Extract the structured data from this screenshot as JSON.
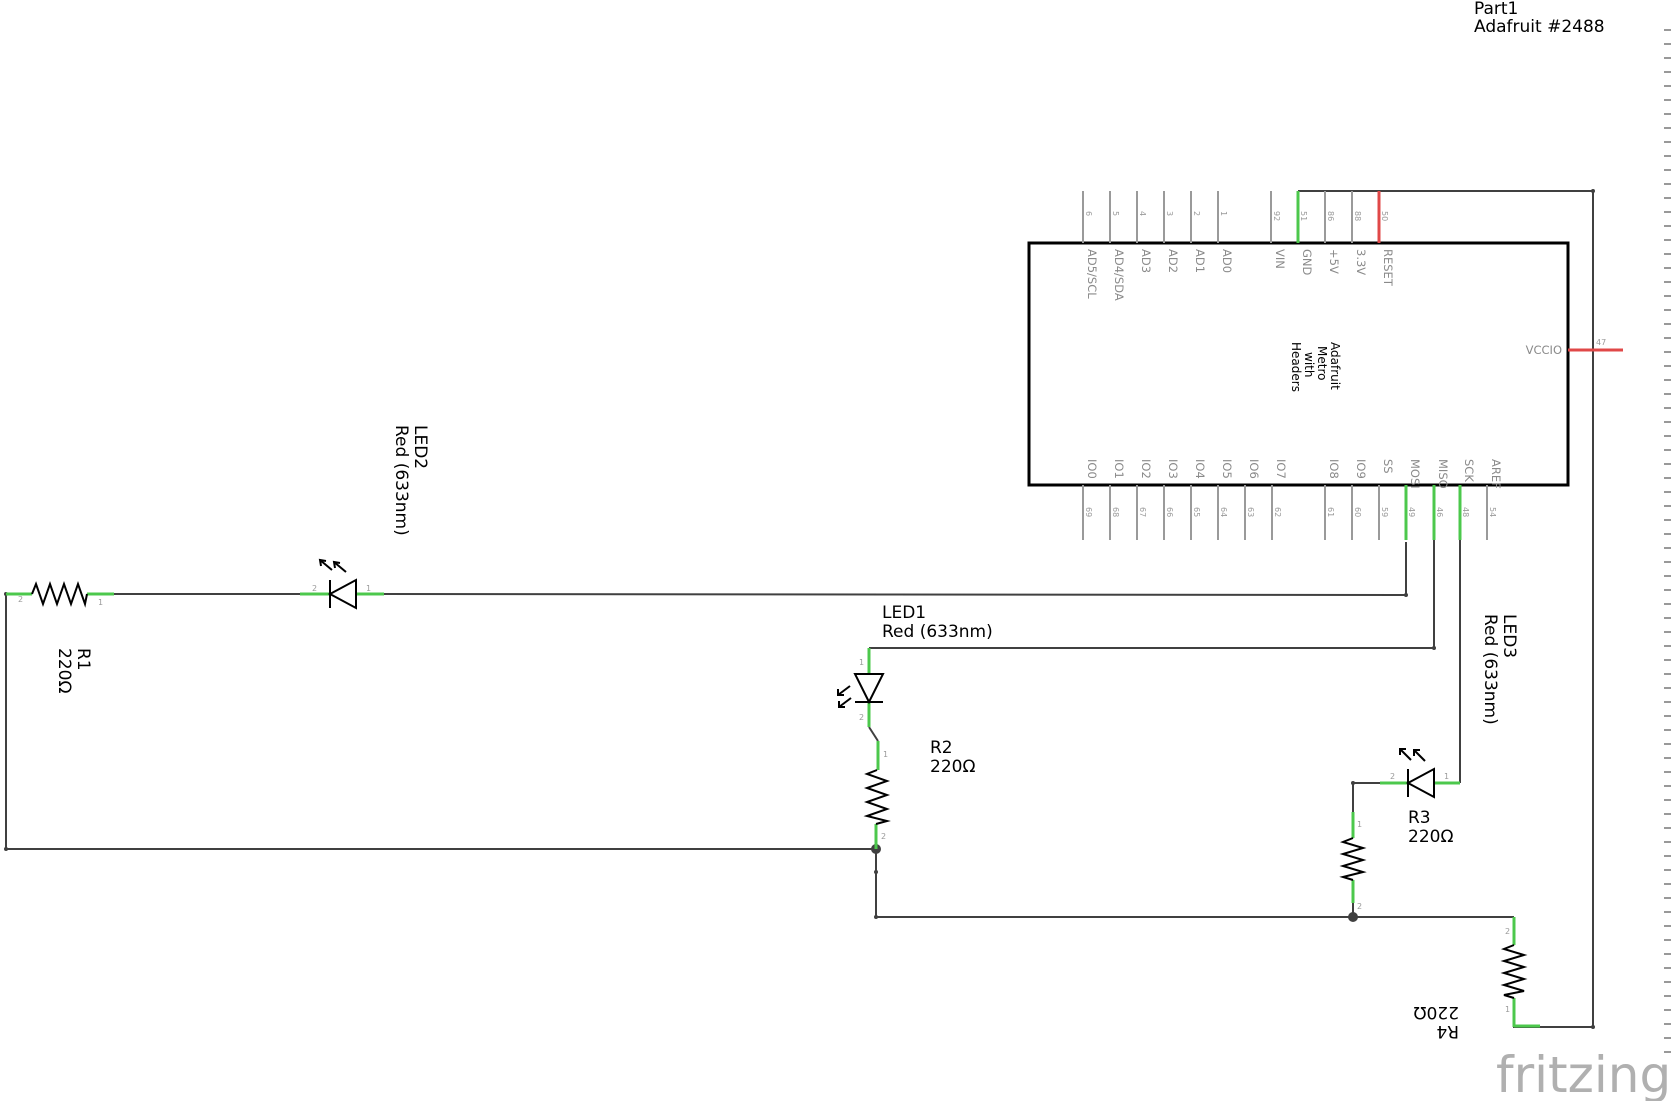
{
  "title_block": {
    "part": "Part1",
    "name": "Adafruit #2488"
  },
  "board": {
    "name_lines": [
      "Adafruit",
      "Metro",
      "with",
      "Headers"
    ],
    "top_pins": [
      {
        "label": "AD5/SCL",
        "num": "6"
      },
      {
        "label": "AD4/SDA",
        "num": "5"
      },
      {
        "label": "AD3",
        "num": "4"
      },
      {
        "label": "AD2",
        "num": "3"
      },
      {
        "label": "AD1",
        "num": "2"
      },
      {
        "label": "AD0",
        "num": "1"
      },
      {
        "label": "VIN",
        "num": "92"
      },
      {
        "label": "GND",
        "num": "51"
      },
      {
        "label": "+5V",
        "num": "86"
      },
      {
        "label": "3.3V",
        "num": "88"
      },
      {
        "label": "RESET",
        "num": "50"
      }
    ],
    "bottom_pins": [
      {
        "label": "IO0",
        "num": "69"
      },
      {
        "label": "IO1",
        "num": "68"
      },
      {
        "label": "IO2",
        "num": "67"
      },
      {
        "label": "IO3",
        "num": "66"
      },
      {
        "label": "IO4",
        "num": "65"
      },
      {
        "label": "IO5",
        "num": "64"
      },
      {
        "label": "IO6",
        "num": "63"
      },
      {
        "label": "IO7",
        "num": "62"
      },
      {
        "label": "IO8",
        "num": "61"
      },
      {
        "label": "IO9",
        "num": "60"
      },
      {
        "label": "SS",
        "num": "59"
      },
      {
        "label": "MOSI",
        "num": "49"
      },
      {
        "label": "MISO",
        "num": "46"
      },
      {
        "label": "SCK",
        "num": "48"
      },
      {
        "label": "AREF",
        "num": "54"
      }
    ],
    "side_pin": {
      "label": "VCCIO",
      "num": "47"
    }
  },
  "components": {
    "led1": {
      "ref": "LED1",
      "value": "Red (633nm)"
    },
    "led2": {
      "ref": "LED2",
      "value": "Red (633nm)"
    },
    "led3": {
      "ref": "LED3",
      "value": "Red (633nm)"
    },
    "r1": {
      "ref": "R1",
      "value": "220Ω"
    },
    "r2": {
      "ref": "R2",
      "value": "220Ω"
    },
    "r3": {
      "ref": "R3",
      "value": "220Ω"
    },
    "r4": {
      "ref": "R4",
      "value": "220Ω"
    }
  },
  "terminal_numbers": {
    "one": "1",
    "two": "2"
  },
  "logo": "fritzing"
}
